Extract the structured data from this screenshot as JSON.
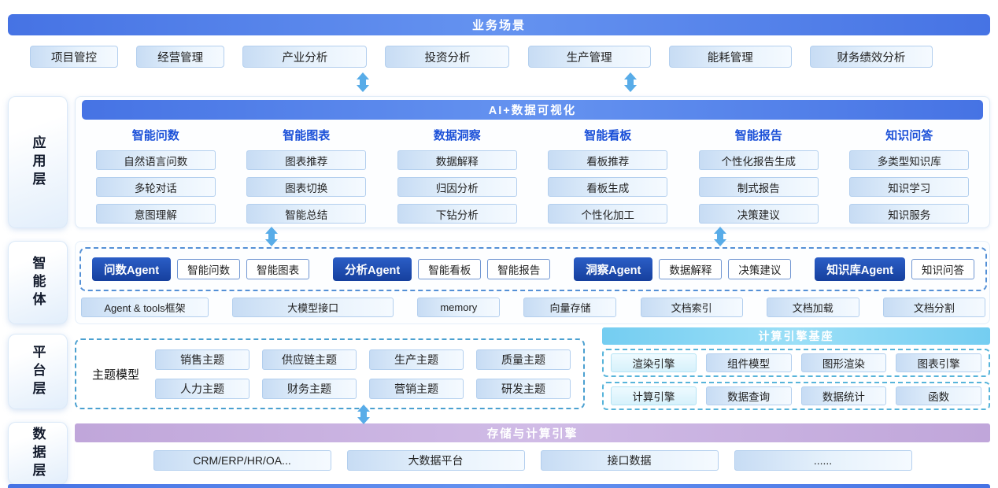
{
  "business": {
    "title": "业务场景",
    "items": [
      "项目管控",
      "经营管理",
      "产业分析",
      "投资分析",
      "生产管理",
      "能耗管理",
      "财务绩效分析"
    ]
  },
  "layer_labels": {
    "app": "应用层",
    "agent": "智能体",
    "platform": "平台层",
    "data": "数据层"
  },
  "app_layer": {
    "title": "AI+数据可视化",
    "columns": [
      {
        "title": "智能问数",
        "items": [
          "自然语言问数",
          "多轮对话",
          "意图理解"
        ]
      },
      {
        "title": "智能图表",
        "items": [
          "图表推荐",
          "图表切换",
          "智能总结"
        ]
      },
      {
        "title": "数据洞察",
        "items": [
          "数据解释",
          "归因分析",
          "下钻分析"
        ]
      },
      {
        "title": "智能看板",
        "items": [
          "看板推荐",
          "看板生成",
          "个性化加工"
        ]
      },
      {
        "title": "智能报告",
        "items": [
          "个性化报告生成",
          "制式报告",
          "决策建议"
        ]
      },
      {
        "title": "知识问答",
        "items": [
          "多类型知识库",
          "知识学习",
          "知识服务"
        ]
      }
    ]
  },
  "agent_layer": {
    "groups": [
      {
        "agent": "问数Agent",
        "items": [
          "智能问数",
          "智能图表"
        ]
      },
      {
        "agent": "分析Agent",
        "items": [
          "智能看板",
          "智能报告"
        ]
      },
      {
        "agent": "洞察Agent",
        "items": [
          "数据解释",
          "决策建议"
        ]
      },
      {
        "agent": "知识库Agent",
        "items": [
          "知识问答"
        ]
      }
    ],
    "tools": [
      "Agent & tools框架",
      "大模型接口",
      "memory",
      "向量存储",
      "文档索引",
      "文档加载",
      "文档分割"
    ]
  },
  "platform_layer": {
    "theme_label": "主题模型",
    "themes": [
      "销售主题",
      "供应链主题",
      "生产主题",
      "质量主题",
      "人力主题",
      "财务主题",
      "营销主题",
      "研发主题"
    ],
    "engine": {
      "title": "计算引擎基座",
      "rows": [
        {
          "label": "渲染引擎",
          "items": [
            "组件模型",
            "图形渲染",
            "图表引擎"
          ]
        },
        {
          "label": "计算引擎",
          "items": [
            "数据查询",
            "数据统计",
            "函数"
          ]
        }
      ]
    }
  },
  "data_layer": {
    "title": "存储与计算引擎",
    "items": [
      "CRM/ERP/HR/OA...",
      "大数据平台",
      "接口数据",
      "......"
    ]
  },
  "colors": {
    "primary_blue": "#4673e4",
    "title_blue": "#1b50d8",
    "agent_dark_blue": "#16409e",
    "cyan_header": "#74cdf1",
    "purple_header": "#c0a6da",
    "arrow_blue": "#58ace8"
  }
}
